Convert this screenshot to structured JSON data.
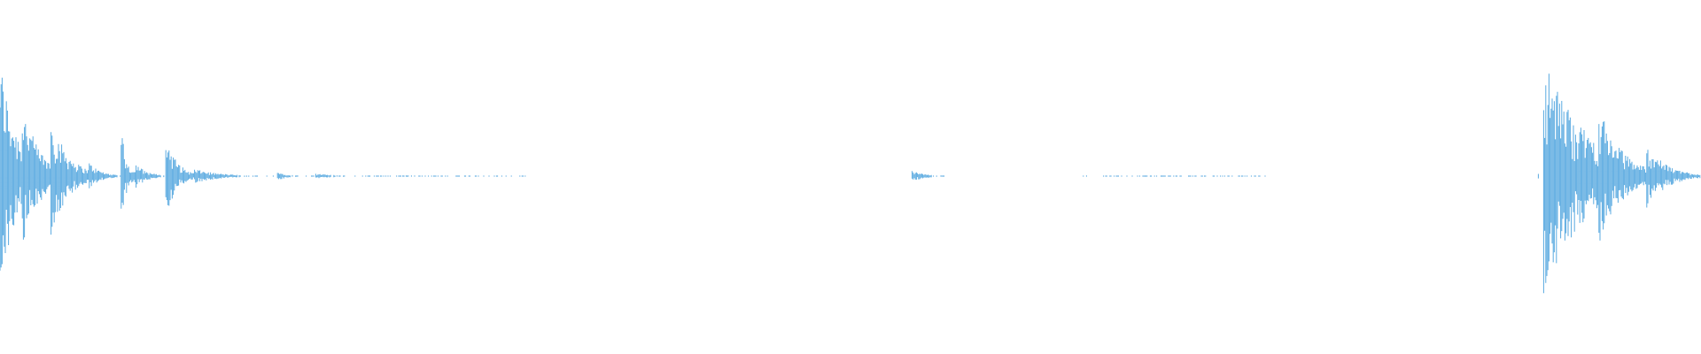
{
  "waveform": {
    "color": "#5aaae0",
    "background": "#ffffff",
    "duration_relative": 1.0,
    "bursts": [
      {
        "start": 0.0,
        "end": 0.013,
        "peak": 0.96,
        "decay": 0.1
      },
      {
        "start": 0.013,
        "end": 0.03,
        "peak": 0.62,
        "decay": 0.25
      },
      {
        "start": 0.03,
        "end": 0.052,
        "peak": 0.48,
        "decay": 0.4
      },
      {
        "start": 0.052,
        "end": 0.071,
        "peak": 0.12,
        "decay": 0.6
      },
      {
        "start": 0.071,
        "end": 0.079,
        "peak": 0.42,
        "decay": 0.5
      },
      {
        "start": 0.079,
        "end": 0.097,
        "peak": 0.12,
        "decay": 0.6
      },
      {
        "start": 0.097,
        "end": 0.114,
        "peak": 0.36,
        "decay": 0.55
      },
      {
        "start": 0.114,
        "end": 0.163,
        "peak": 0.06,
        "decay": 0.8
      },
      {
        "start": 0.163,
        "end": 0.185,
        "peak": 0.035,
        "decay": 0.8
      },
      {
        "start": 0.185,
        "end": 0.236,
        "peak": 0.02,
        "decay": 0.85
      },
      {
        "start": 0.236,
        "end": 0.31,
        "peak": 0.008,
        "decay": 0.9
      },
      {
        "start": 0.527,
        "end": 0.529,
        "peak": 0.006,
        "decay": 0.95
      },
      {
        "start": 0.536,
        "end": 0.556,
        "peak": 0.045,
        "decay": 0.5
      },
      {
        "start": 0.636,
        "end": 0.745,
        "peak": 0.006,
        "decay": 0.95
      },
      {
        "start": 0.904,
        "end": 0.907,
        "peak": 0.03,
        "decay": 0.9
      },
      {
        "start": 0.907,
        "end": 0.94,
        "peak": 0.98,
        "decay": 0.1
      },
      {
        "start": 0.94,
        "end": 0.968,
        "peak": 0.56,
        "decay": 0.35
      },
      {
        "start": 0.968,
        "end": 1.0,
        "peak": 0.26,
        "decay": 0.6
      }
    ]
  }
}
